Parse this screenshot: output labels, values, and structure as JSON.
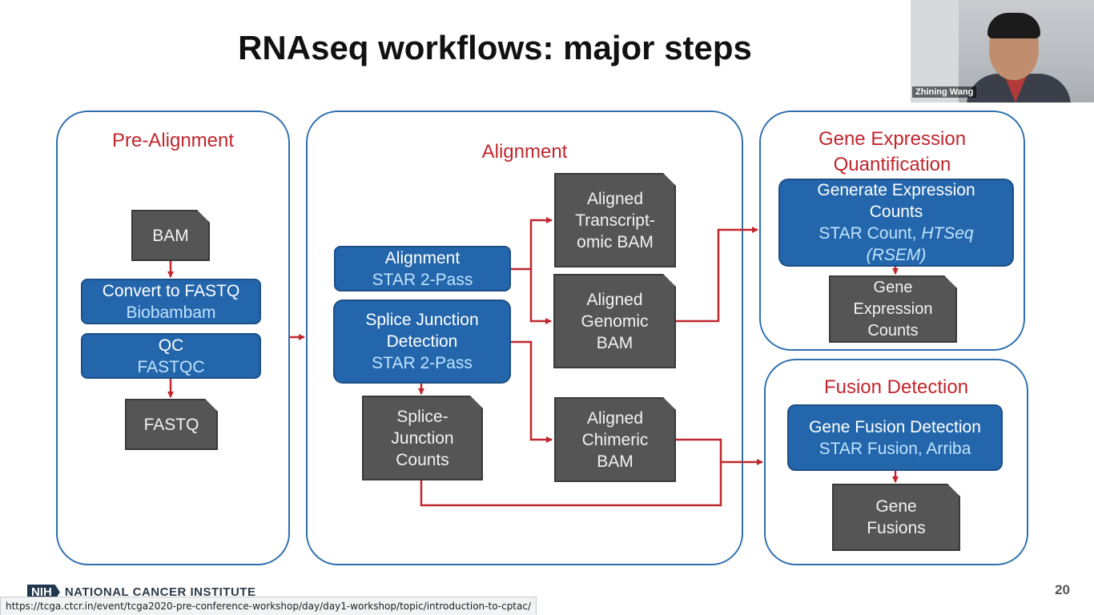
{
  "slide": {
    "title": "RNAseq workflows: major steps",
    "page_number": "20"
  },
  "webcam": {
    "name": "Zhining Wang"
  },
  "footer": {
    "logo_text": "NIH",
    "institute": "NATIONAL CANCER INSTITUTE",
    "status_url": "https://tcga.ctcr.in/event/tcga2020-pre-conference-workshop/day/day1-workshop/topic/introduction-to-cptac/"
  },
  "groups": {
    "pre_alignment": {
      "title": "Pre-Alignment",
      "bam": "BAM",
      "convert": {
        "label": "Convert to FASTQ",
        "tool": "Biobambam"
      },
      "qc": {
        "label": "QC",
        "tool": "FASTQC"
      },
      "fastq": "FASTQ"
    },
    "alignment": {
      "title": "Alignment",
      "align_step": {
        "label": "Alignment",
        "tool": "STAR 2-Pass"
      },
      "splice_step": {
        "label_1": "Splice Junction",
        "label_2": "Detection",
        "tool": "STAR 2-Pass"
      },
      "transcriptomic_bam": [
        "Aligned",
        "Transcript-",
        "omic BAM"
      ],
      "genomic_bam": [
        "Aligned",
        "Genomic",
        "BAM"
      ],
      "chimeric_bam": [
        "Aligned",
        "Chimeric",
        "BAM"
      ],
      "sj_counts": [
        "Splice-",
        "Junction",
        "Counts"
      ]
    },
    "expression": {
      "title_1": "Gene Expression",
      "title_2": "Quantification",
      "step": {
        "label_1": "Generate Expression",
        "label_2": "Counts",
        "tool_1": "STAR Count, ",
        "tool_italic": "HTSeq",
        "tool_2": "(RSEM)"
      },
      "counts": [
        "Gene",
        "Expression",
        "Counts"
      ]
    },
    "fusion": {
      "title": "Fusion Detection",
      "step": {
        "label": "Gene Fusion Detection",
        "tool": "STAR Fusion, Arriba"
      },
      "fusions": [
        "Gene",
        "Fusions"
      ]
    }
  },
  "colors": {
    "group_border": "#2f6fb0",
    "group_title": "#c0262d",
    "step_fill": "#2366ac",
    "tool_text": "#bfe3ff",
    "doc_fill": "#555555",
    "arrow": "#c0262d"
  }
}
